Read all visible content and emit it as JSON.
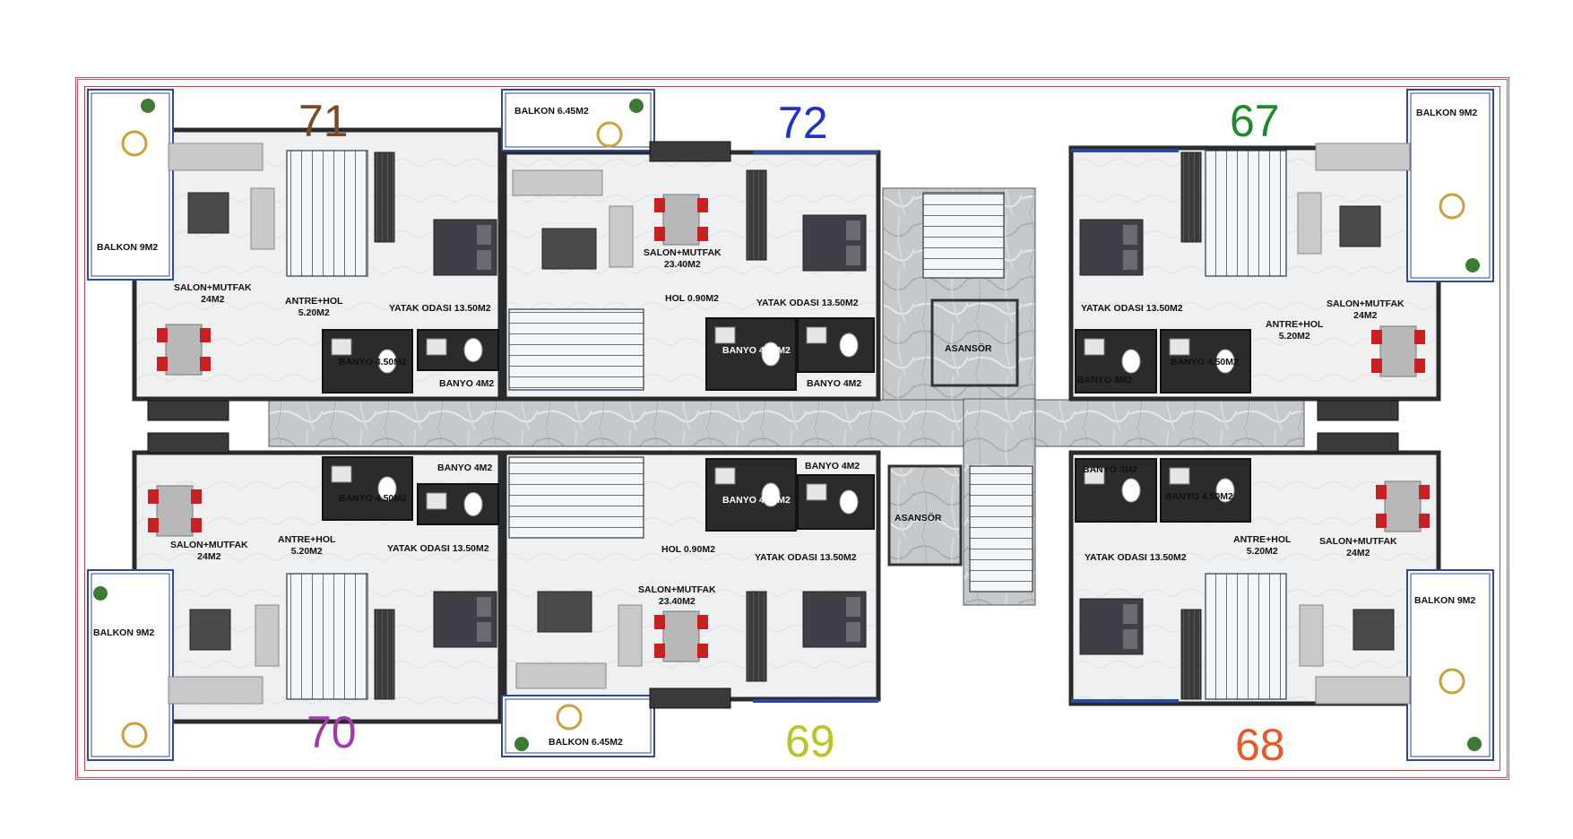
{
  "colors": {
    "unit_71": "#7a4a26",
    "unit_72": "#1f2fd0",
    "unit_67": "#1f8a2a",
    "unit_70": "#a23aa7",
    "unit_69": "#b9c426",
    "unit_68": "#e8582a",
    "frame": "#d84a5a",
    "wall": "#2b2b2b",
    "window": "#2d4a9a",
    "chair_red": "#c82020",
    "marble": "#b9bcbe"
  },
  "units": {
    "u71": "71",
    "u72": "72",
    "u67": "67",
    "u70": "70",
    "u69": "69",
    "u68": "68"
  },
  "labels": {
    "balkon_9": "BALKON 9M2",
    "balkon_645": "BALKON 6.45M2",
    "salon_24": "SALON+MUTFAK\n24M2",
    "salon_234": "SALON+MUTFAK\n23.40M2",
    "antre": "ANTRE+HOL\n5.20M2",
    "yatak": "YATAK ODASI 13.50M2",
    "banyo_45": "BANYO 4.50M2",
    "banyo_4": "BANYO 4M2",
    "banyo_48": "BANYO 4.80M2",
    "hol": "HOL 0.90M2",
    "asansor": "ASANSÖR"
  },
  "icons": [
    "plant-icon",
    "table-chairs-icon",
    "sofa-icon",
    "bed-icon",
    "toilet-icon",
    "sink-icon",
    "stove-icon",
    "staircase-icon"
  ]
}
